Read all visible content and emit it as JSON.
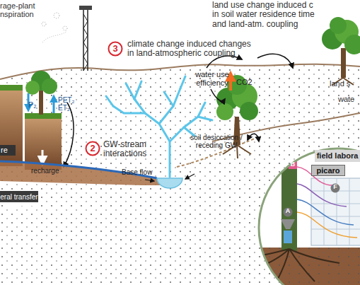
{
  "diagram": {
    "nodes": [
      {
        "text": [
          "3"
        ]
      },
      {
        "text": [
          "2"
        ]
      },
      {
        "text": [
          "eral transfer"
        ]
      },
      {
        "text": [
          "field labora"
        ]
      },
      {
        "text": [
          "picaro"
        ]
      }
    ],
    "labels": [
      "rage-plant nspiration",
      "land use change induced c in soil water residence time and land-atm. coupling",
      "climate change induced changes in land-atmospheric coupling",
      "water use efficiency",
      "CO2",
      "GW-stream interactions",
      "Base flow",
      "soil desiccation / receding GW",
      "recharge",
      "re",
      "P₂",
      "PET₂ ET₂",
      "land s",
      "wate",
      "A",
      "B",
      "F"
    ]
  }
}
